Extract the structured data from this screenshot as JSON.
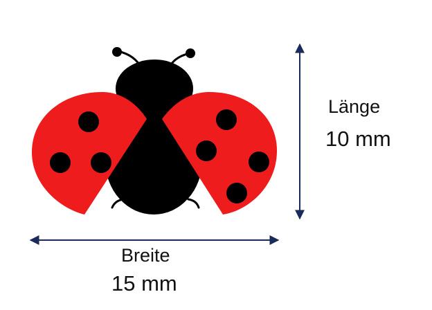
{
  "dimensions": {
    "length": {
      "label": "Länge",
      "value": "10 mm"
    },
    "width": {
      "label": "Breite",
      "value": "15 mm"
    }
  },
  "colors": {
    "wing": "#ee1c1c",
    "body": "#000000",
    "arrow": "#1a2a5a",
    "text": "#111111"
  },
  "icons": {
    "figure": "ladybug-icon",
    "length_arrow": "vertical-double-arrow",
    "width_arrow": "horizontal-double-arrow"
  }
}
